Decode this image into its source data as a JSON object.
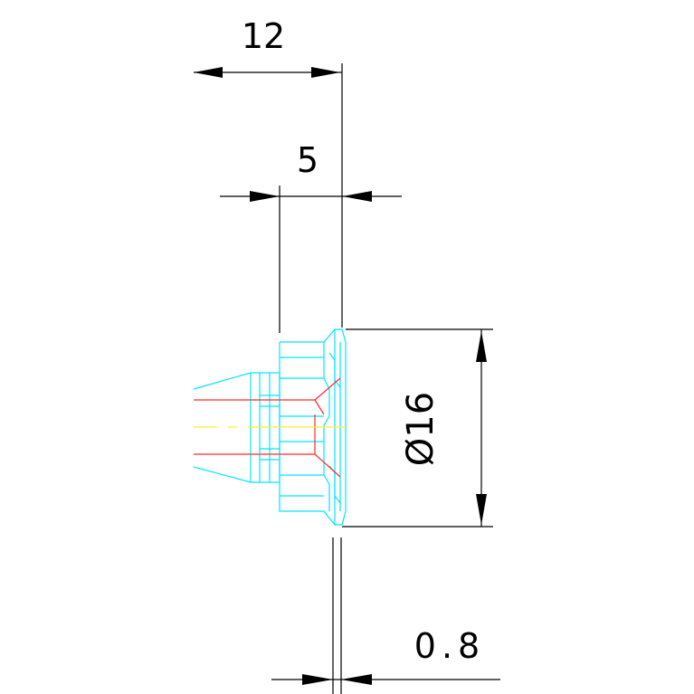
{
  "dimensions": {
    "overall_length": "12",
    "flange_length": "5",
    "diameter": "Ø16",
    "gap": "0.8"
  },
  "colors": {
    "background": "#ffffff",
    "dimension": "#000000",
    "part_outline": "#00e5ff",
    "hidden_bore": "#ff2a2a",
    "centerline": "#ffff33"
  }
}
